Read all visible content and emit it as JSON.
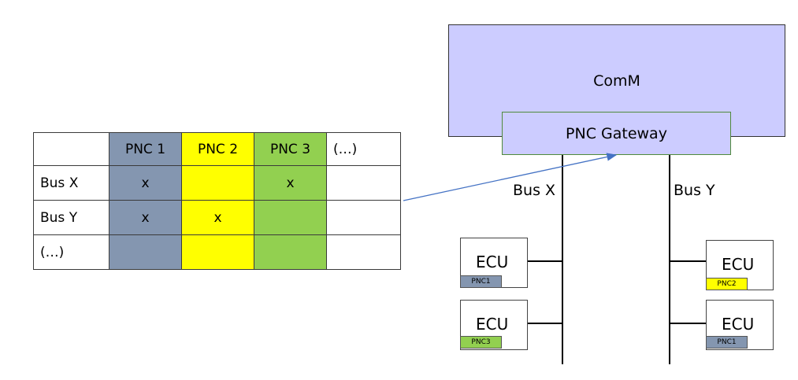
{
  "table": {
    "header": [
      "",
      "PNC 1",
      "PNC 2",
      "PNC 3",
      "(…)"
    ],
    "rows": [
      {
        "label": "Bus X",
        "cells": [
          "x",
          "",
          "x",
          ""
        ]
      },
      {
        "label": "Bus Y",
        "cells": [
          "x",
          "x",
          "",
          ""
        ]
      },
      {
        "label": "(…)",
        "cells": [
          "",
          "",
          "",
          ""
        ]
      }
    ]
  },
  "diagram": {
    "comm_label": "ComM",
    "gateway_label": "PNC Gateway",
    "bus_x_label": "Bus X",
    "bus_y_label": "Bus Y",
    "ecus": [
      {
        "label": "ECU",
        "tag": "PNC1",
        "tag_color": "#8496b0"
      },
      {
        "label": "ECU",
        "tag": "PNC3",
        "tag_color": "#92d050"
      },
      {
        "label": "ECU",
        "tag": "PNC2",
        "tag_color": "#ffff00"
      },
      {
        "label": "ECU",
        "tag": "PNC1",
        "tag_color": "#8496b0"
      }
    ]
  },
  "colors": {
    "pnc1": "#8496b0",
    "pnc2": "#ffff00",
    "pnc3": "#92d050",
    "comm_fill": "#ccccff",
    "arrow": "#4472c4"
  }
}
